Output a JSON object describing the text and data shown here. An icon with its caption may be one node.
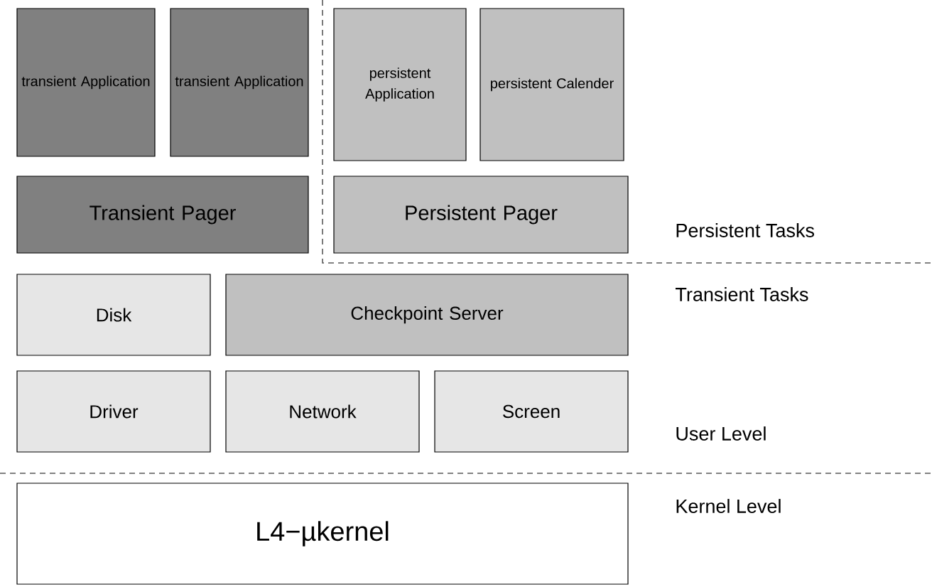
{
  "diagram": {
    "nodes": [
      {
        "text": [
          "transient Application"
        ]
      },
      {
        "text": [
          "transient Application"
        ]
      },
      {
        "text": [
          "persistent Application"
        ]
      },
      {
        "text": [
          "persistent Calender"
        ]
      },
      {
        "text": [
          "Transient Pager"
        ]
      },
      {
        "text": [
          "Persistent Pager"
        ]
      },
      {
        "text": [
          "Disk"
        ]
      },
      {
        "text": [
          "Checkpoint Server"
        ]
      },
      {
        "text": [
          "Driver"
        ]
      },
      {
        "text": [
          "Network"
        ]
      },
      {
        "text": [
          "Screen"
        ]
      },
      {
        "text": [
          "L4−µkernel"
        ]
      }
    ],
    "labels": [
      "Persistent Tasks",
      "Transient Tasks",
      "User Level",
      "Kernel Level"
    ]
  }
}
